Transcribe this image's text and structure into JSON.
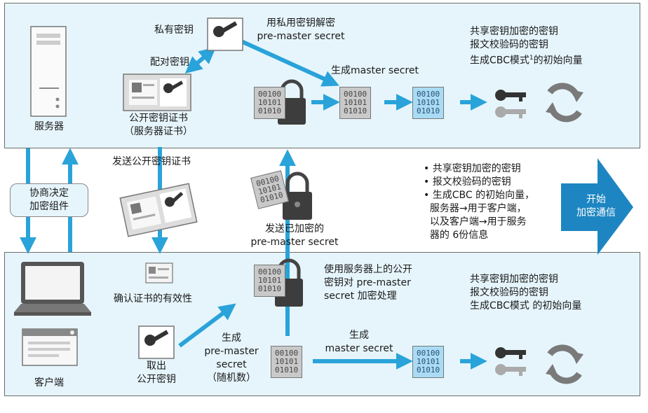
{
  "server": {
    "label": "服务器",
    "private_key": "私有密钥",
    "decrypt": [
      "用私用密钥解密",
      "pre-master secret"
    ],
    "pair_key": "配对密钥",
    "certificate": [
      "公开密钥证书",
      "（服务器证书）"
    ],
    "gen_master": "生成master secret",
    "outputs": [
      "共享密钥加密的密钥",
      "报文校验码的密钥",
      "生成CBC模式",
      "的初始向量"
    ],
    "outputs_sup": "1"
  },
  "middle": {
    "negotiate": [
      "协商决定",
      "加密组件"
    ],
    "send_cert": "发送公开密钥证书",
    "send_encrypted": [
      "发送已加密的",
      "pre-master secret"
    ],
    "bullets": [
      [
        "共享密钥加密的密钥"
      ],
      [
        "报文校验码的密钥"
      ],
      [
        "生成CBC 的初始向量，",
        "服务器→用于客户端，",
        "以及客户端→用于服务",
        "器的 6份信息"
      ]
    ],
    "start": [
      "开始",
      "加密通信"
    ]
  },
  "client": {
    "label": "客户端",
    "verify": "确认证书的有效性",
    "take_key": [
      "取出",
      "公开密钥"
    ],
    "gen_pre": [
      "生成",
      "pre-master",
      "secret",
      "（随机数）"
    ],
    "use_key": [
      "使用服务器上的公开",
      "密钥对 pre-master",
      "secret 加密处理"
    ],
    "gen_master": [
      "生成",
      "master secret"
    ],
    "outputs": [
      "共享密钥加密的密钥",
      "报文校验码的密钥",
      "生成CBC模式 的初始向量"
    ]
  },
  "binary_rows": [
    "00100",
    "10101",
    "01010"
  ],
  "colors": {
    "panel": "#e6f5fc",
    "arrow": "#29a3d9",
    "blue_box": "#a9dcf4",
    "gray_box": "#c9c9c9",
    "start": "#1d86c2"
  }
}
